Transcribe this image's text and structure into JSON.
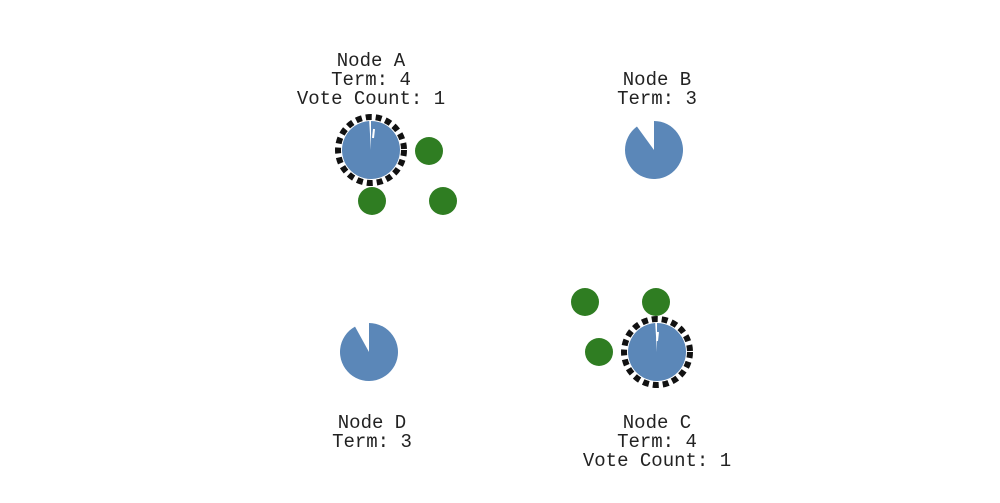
{
  "colors": {
    "node_fill": "#5b87b8",
    "message_dot": "#2f7d22",
    "candidate_border": "#111111",
    "timer_tick": "#ffffff",
    "text": "#222222",
    "background": "#ffffff"
  },
  "nodes": [
    {
      "id": "A",
      "name": "Node A",
      "term": "Term: 4",
      "vote_count": "Vote Count: 1",
      "state": "candidate",
      "timer_remaining_fraction": 0.99
    },
    {
      "id": "B",
      "name": "Node B",
      "term": "Term: 3",
      "state": "follower",
      "timer_remaining_fraction": 0.9
    },
    {
      "id": "C",
      "name": "Node C",
      "term": "Term: 4",
      "vote_count": "Vote Count: 1",
      "state": "candidate",
      "timer_remaining_fraction": 0.99
    },
    {
      "id": "D",
      "name": "Node D",
      "term": "Term: 3",
      "state": "follower",
      "timer_remaining_fraction": 0.92
    }
  ],
  "messages": [
    {
      "from": "A",
      "kind": "request-vote"
    },
    {
      "from": "A",
      "kind": "request-vote"
    },
    {
      "from": "A",
      "kind": "request-vote"
    },
    {
      "from": "C",
      "kind": "request-vote"
    },
    {
      "from": "C",
      "kind": "request-vote"
    },
    {
      "from": "C",
      "kind": "request-vote"
    }
  ]
}
